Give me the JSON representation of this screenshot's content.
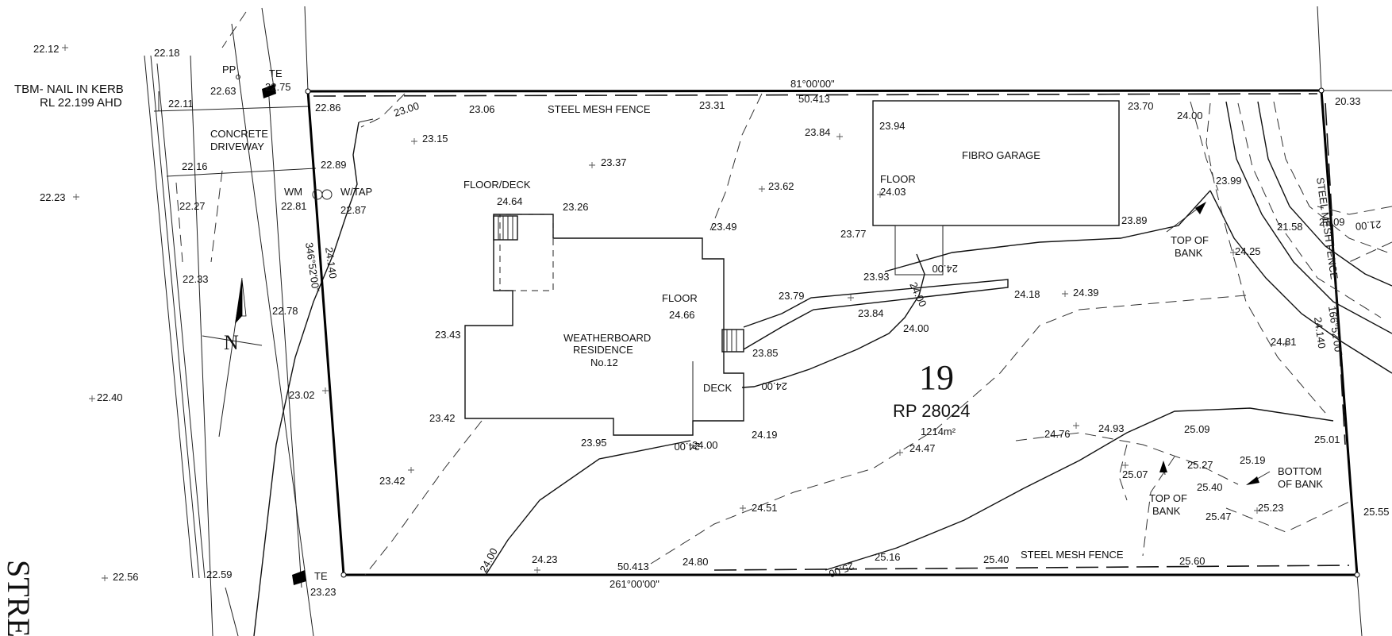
{
  "lot": {
    "number": "19",
    "plan": "RP 28024",
    "area": "1214m²"
  },
  "tbm": {
    "line1": "TBM- NAIL IN KERB",
    "line2": "RL 22.199 AHD"
  },
  "boundaries": {
    "top_bearing": "81°00'00\"",
    "top_distance": "50.413",
    "bottom_bearing": "261°00'00\"",
    "bottom_distance": "50.413",
    "left_bearing": "346°52'00\"",
    "left_distance": "24.140",
    "right_bearing": "166°52'00\"",
    "right_distance": "24.140"
  },
  "features": {
    "fence_top": "STEEL MESH FENCE",
    "fence_bottom": "STEEL MESH FENCE",
    "fence_right": "STEEL MESH FENCE",
    "garage": "FIBRO GARAGE",
    "garage_floor": "FLOOR",
    "residence_line1": "WEATHERBOARD",
    "residence_line2": "RESIDENCE",
    "residence_line3": "No.12",
    "floor_deck": "FLOOR/DECK",
    "floor": "FLOOR",
    "deck": "DECK",
    "driveway_line1": "CONCRETE",
    "driveway_line2": "DRIVEWAY",
    "wm": "WM",
    "wtap": "W/TAP",
    "pp": "PP",
    "te_top": "TE",
    "te_bottom": "TE",
    "top_of_bank_1_line1": "TOP OF",
    "top_of_bank_1_line2": "BANK",
    "top_of_bank_2_line1": "TOP OF",
    "top_of_bank_2_line2": "BANK",
    "bottom_of_bank_line1": "BOTTOM",
    "bottom_of_bank_line2": "OF BANK",
    "north": "N",
    "street": "STRE"
  },
  "contours": {
    "c23_top": "23.00",
    "c24_garage": "24.00",
    "c24_path": "24.00",
    "c24_deck": "24.00",
    "c24_res": "24.00",
    "c24_left": "24.00",
    "c25_bottom": "25.00",
    "c21_right": "21.00"
  },
  "spot_levels": {
    "l0": "22.12",
    "l1": "22.18",
    "l2": "22.63",
    "l3": "22.75",
    "l4": "22.11",
    "l5": "22.86",
    "l6": "23.06",
    "l7": "23.31",
    "l8": "23.70",
    "l9": "24.00",
    "l10": "20.33",
    "l11": "23.15",
    "l12": "22.16",
    "l13": "22.89",
    "l14": "23.37",
    "l15": "23.84",
    "l16": "23.94",
    "l17": "22.23",
    "l18": "22.27",
    "l19": "22.81",
    "l20": "22.87",
    "l21": "24.64",
    "l22": "23.26",
    "l23": "23.62",
    "l24": "24.03",
    "l25": "23.99",
    "l26": "23.49",
    "l27": "23.77",
    "l28": "23.89",
    "l29": "21.58",
    "l30": "21.09",
    "l31": "24.25",
    "l32": "23.93",
    "l33": "22.33",
    "l34": "22.78",
    "l35": "23.79",
    "l36": "24.66",
    "l37": "23.84",
    "l38": "24.18",
    "l39": "24.39",
    "l40": "23.43",
    "l41": "24.00",
    "l42": "24.81",
    "l43": "23.85",
    "l44": "22.40",
    "l45": "23.02",
    "l46": "23.42",
    "l47": "23.95",
    "l48": "24.00",
    "l49": "24.19",
    "l50": "24.76",
    "l51": "24.93",
    "l52": "25.09",
    "l53": "25.01",
    "l54": "24.47",
    "l55": "25.27",
    "l56": "25.19",
    "l57": "23.42",
    "l58": "25.07",
    "l59": "25.40",
    "l60": "24.51",
    "l61": "25.47",
    "l62": "25.23",
    "l63": "25.55",
    "l64": "22.56",
    "l65": "22.59",
    "l66": "23.23",
    "l67": "24.23",
    "l68": "24.80",
    "l69": "25.16",
    "l70": "25.40",
    "l71": "25.60"
  }
}
